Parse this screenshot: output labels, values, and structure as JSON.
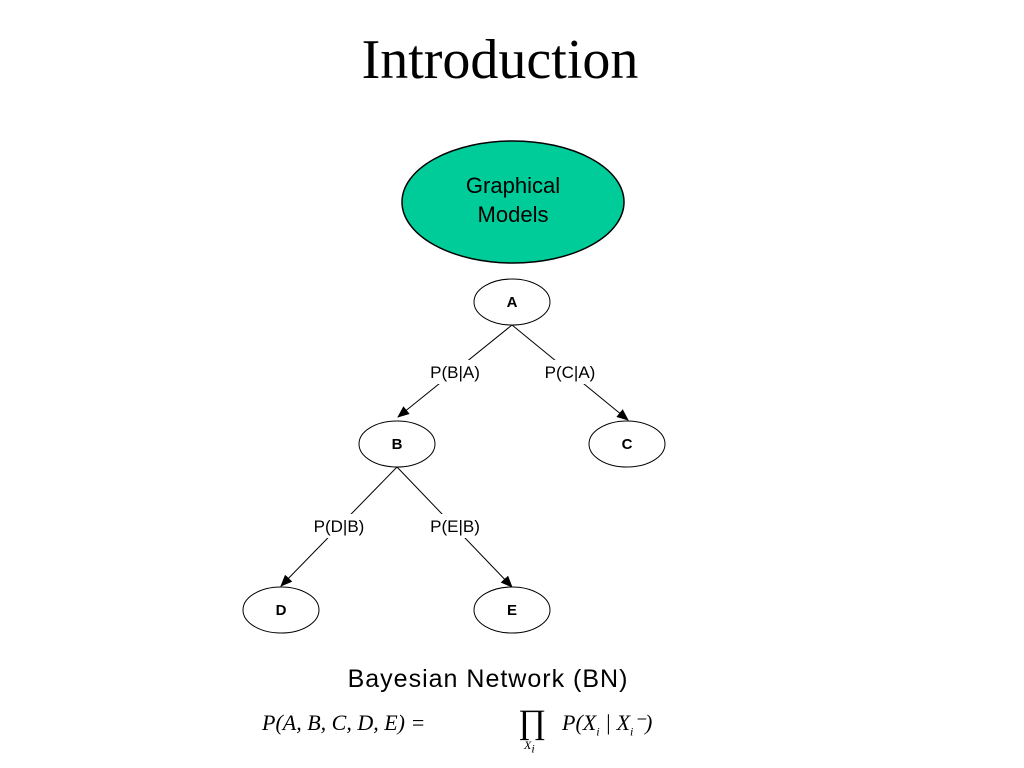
{
  "slide": {
    "title": "Introduction"
  },
  "diagram": {
    "header_oval": {
      "line1": "Graphical",
      "line2": "Models",
      "fill": "#00CC99"
    },
    "nodes": {
      "A": "A",
      "B": "B",
      "C": "C",
      "D": "D",
      "E": "E"
    },
    "edges": {
      "ab": "P(B|A)",
      "ac": "P(C|A)",
      "bd": "P(D|B)",
      "be": "P(E|B)"
    }
  },
  "caption": "Bayesian Network (BN)",
  "formula": {
    "lhs": "P(A, B, C, D, E) =",
    "product": "∏",
    "product_sub": "X",
    "product_sub_index": "i",
    "rhs_prefix": "P(X",
    "rhs_index": "i",
    "rhs_mid": " | X",
    "rhs_index2": "i",
    "rhs_suffix": "⁻)"
  }
}
